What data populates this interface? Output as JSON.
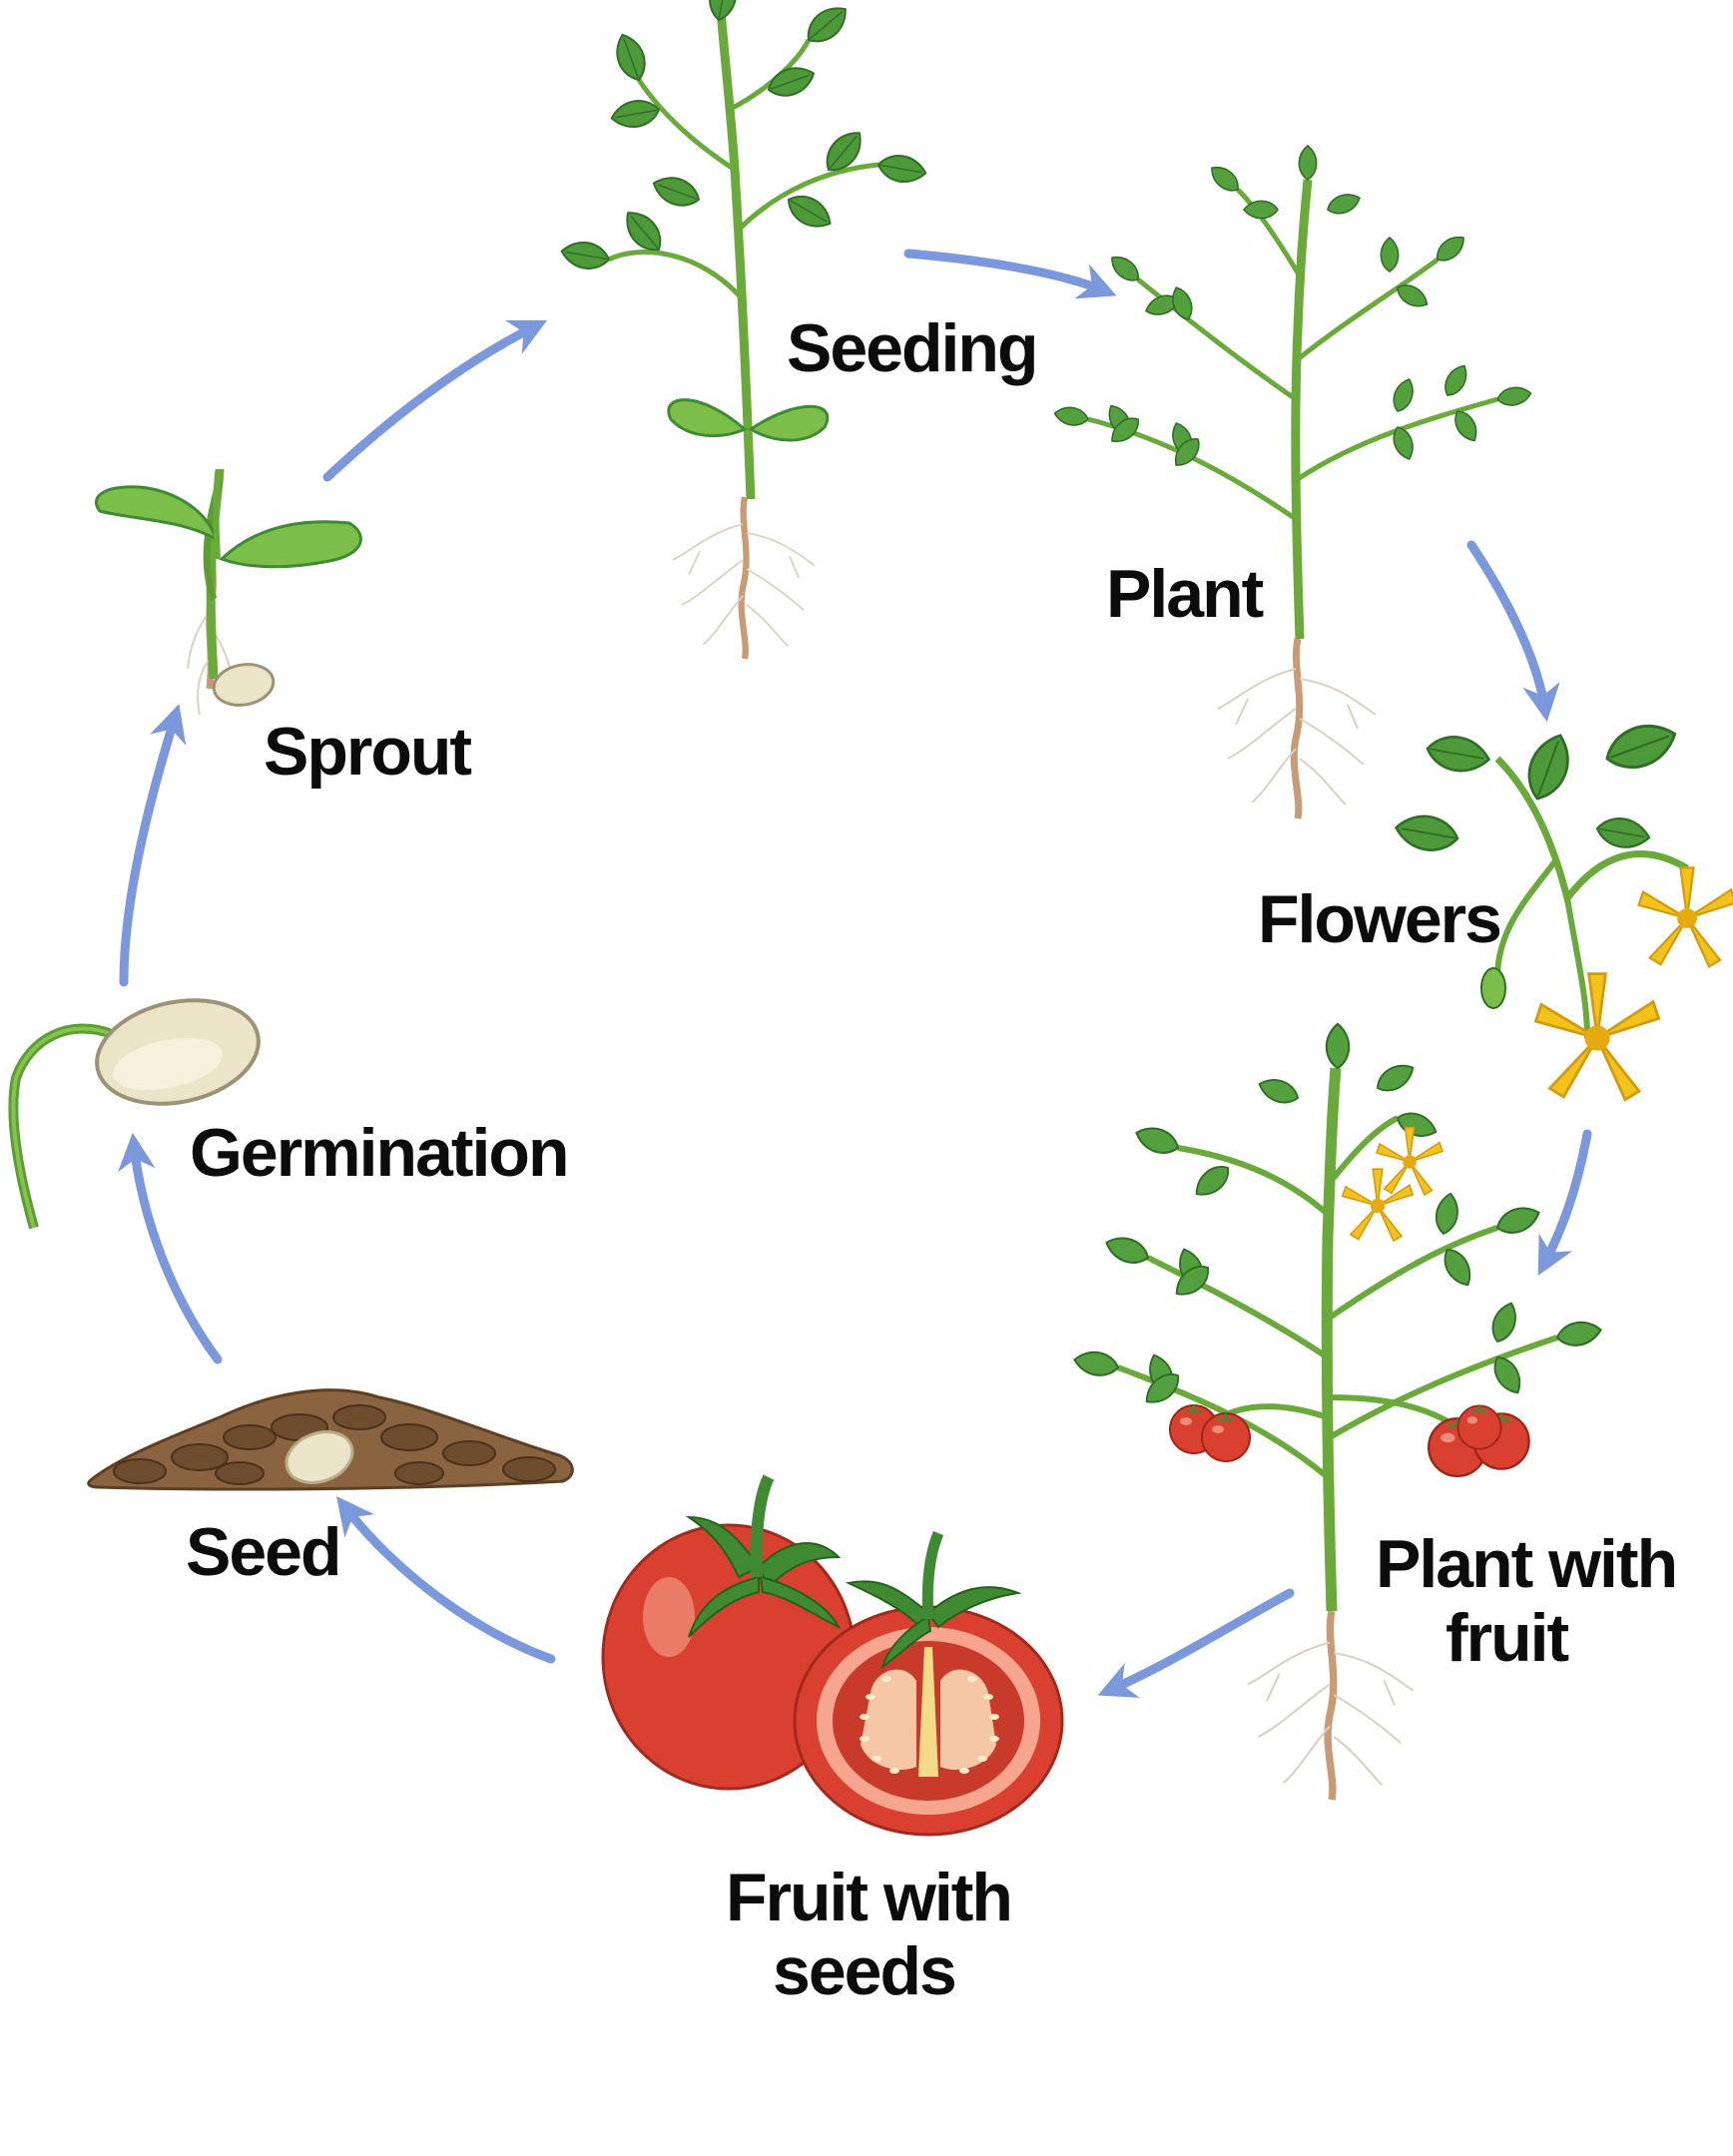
{
  "title": "",
  "stages": [
    {
      "id": "seed",
      "label_lines": [
        "Seed"
      ]
    },
    {
      "id": "germination",
      "label_lines": [
        "Germination"
      ]
    },
    {
      "id": "sprout",
      "label_lines": [
        "Sprout"
      ]
    },
    {
      "id": "seeding",
      "label_lines": [
        "Seeding"
      ]
    },
    {
      "id": "plant",
      "label_lines": [
        "Plant"
      ]
    },
    {
      "id": "flowers",
      "label_lines": [
        "Flowers"
      ]
    },
    {
      "id": "plant-with-fruit",
      "label_lines": [
        "Plant with",
        "fruit"
      ]
    },
    {
      "id": "fruit-with-seeds",
      "label_lines": [
        "Fruit with",
        "seeds"
      ]
    }
  ],
  "colors": {
    "arrow": "#7b98dc",
    "leaf": "#4e9a3a",
    "leaf_dark": "#2f6e25",
    "stem": "#6aaa3a",
    "root": "#d9d2c2",
    "soil": "#8a6440",
    "seed": "#ece4c8",
    "tomato": "#d9402f",
    "tomato_flesh": "#f2b79a",
    "flower": "#f3c21b"
  },
  "icons": [
    "soil-seed-icon",
    "germinating-seed-icon",
    "sprout-icon",
    "seedling-icon",
    "young-plant-icon",
    "flowers-icon",
    "fruiting-plant-icon",
    "tomato-fruit-icon"
  ]
}
